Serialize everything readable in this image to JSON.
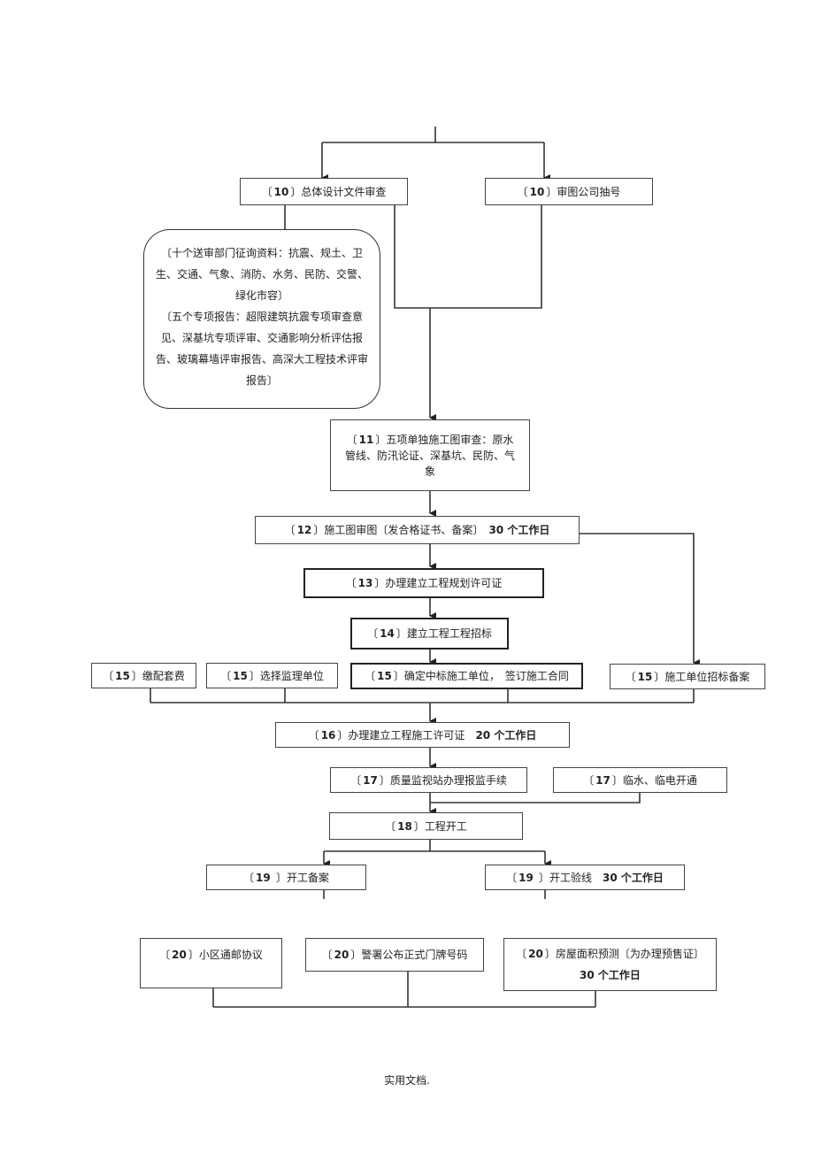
{
  "nodes": {
    "n10a": {
      "tag": "10",
      "text": "总体设计文件审查"
    },
    "n10b": {
      "tag": "10",
      "text": "审图公司抽号"
    },
    "n11": {
      "tag": "11",
      "text": "五项单独施工图审查：原水管线、防汛论证、深基坑、民防、气象"
    },
    "n12": {
      "tag": "12",
      "text": "施工图审图〔发合格证书、备案〕",
      "days": "30 个工作日"
    },
    "n13": {
      "tag": "13",
      "text": "办理建立工程规划许可证"
    },
    "n14": {
      "tag": "14",
      "text": "建立工程工程招标"
    },
    "n15a": {
      "tag": "15",
      "text": "缴配套费"
    },
    "n15b": {
      "tag": "15",
      "text": "选择监理单位"
    },
    "n15c": {
      "tag": "15",
      "text": "确定中标施工单位，　签订施工合同"
    },
    "n15d": {
      "tag": "15",
      "text": "施工单位招标备案"
    },
    "n16": {
      "tag": "16",
      "text": "办理建立工程施工许可证",
      "days": "20 个工作日"
    },
    "n17a": {
      "tag": "17",
      "text": "质量监视站办理报监手续"
    },
    "n17b": {
      "tag": "17",
      "text": "临水、临电开通"
    },
    "n18": {
      "tag": "18",
      "text": "工程开工"
    },
    "n19a": {
      "tag": "19 ",
      "text": "开工备案"
    },
    "n19b": {
      "tag": "19 ",
      "text": "开工验线",
      "days": "30 个工作日"
    },
    "n20a": {
      "tag": "20",
      "text": "小区通邮协议"
    },
    "n20b": {
      "tag": "20",
      "text": "警署公布正式门牌号码"
    },
    "n20c": {
      "tag": "20",
      "text": "房屋面积预测〔为办理预售证〕",
      "days": "30 个工作日"
    }
  },
  "note": {
    "line1": "〔十个送审部门征询资料：抗震、规土、卫生、交通、气象、消防、水务、民防、交警、绿化市容〕",
    "line2": "〔五个专项报告：超限建筑抗震专项审查意见、深基坑专项评审、交通影响分析评估报告、玻璃幕墙评审报告、高深大工程技术评审报告〕"
  },
  "footer": "实用文档."
}
